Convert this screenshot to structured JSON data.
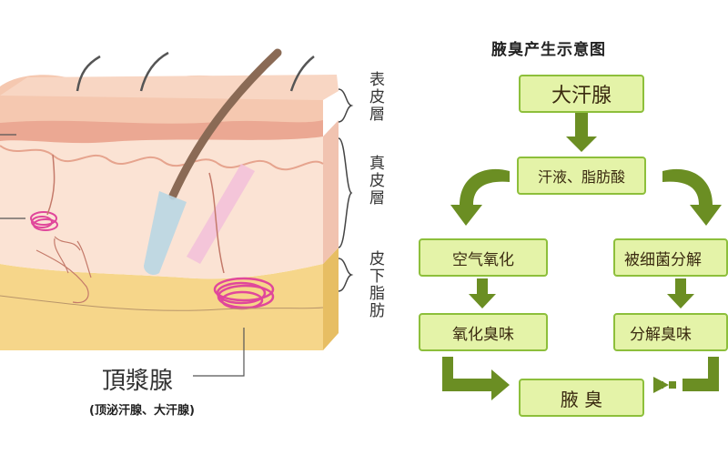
{
  "skin": {
    "layers": [
      "表皮層",
      "真皮層",
      "皮下脂肪"
    ],
    "gland_label": "頂漿腺",
    "gland_sub": "(顶泌汗腺、大汗腺)"
  },
  "flow": {
    "title": "腋臭产生示意图",
    "boxes": {
      "apocrine": "大汗腺",
      "sweat": "汗液、脂肪酸",
      "air_oxidation": "空气氧化",
      "bacteria": "被细菌分解",
      "oxidized_odor": "氧化臭味",
      "decomposed_odor": "分解臭味",
      "body_odor": "腋 臭"
    }
  },
  "colors": {
    "box_fill": "#e4f3a8",
    "box_border": "#8dbf3b",
    "arrow": "#6b8e23",
    "epidermis": "#f3c7b0",
    "fat": "#f7d98a"
  }
}
